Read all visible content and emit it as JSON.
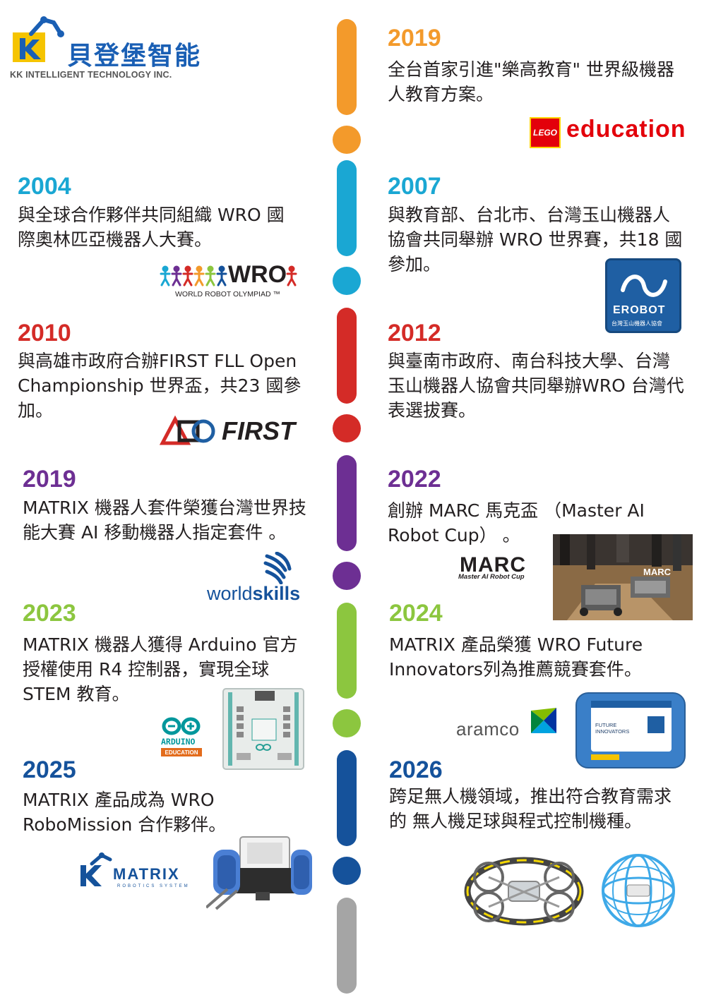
{
  "company": {
    "name": "貝登堡智能",
    "subtitle": "KK INTELLIGENT TECHNOLOGY INC."
  },
  "colors": {
    "orange": "#f39a2b",
    "cyan": "#1aa7d3",
    "red": "#d42b27",
    "purple": "#6d2f93",
    "green": "#8cc63f",
    "navy": "#15529b",
    "gray": "#a5a5a5"
  },
  "entries": [
    {
      "year": "2019",
      "text": "全台首家引進\"樂高教育\" 世界級機器人教育方案。"
    },
    {
      "year": "2004",
      "text": "與全球合作夥伴共同組織 WRO 國際奧林匹亞機器人大賽。"
    },
    {
      "year": "2007",
      "text": "與教育部、台北市、台灣玉山機器人協會共同舉辦 WRO 世界賽，共18 國參加。"
    },
    {
      "year": "2010",
      "text": "與高雄市政府合辦FIRST FLL Open Championship 世界盃，共23 國參加。"
    },
    {
      "year": "2012",
      "text": "與臺南市政府、南台科技大學、台灣玉山機器人協會共同舉辦WRO 台灣代表選拔賽。"
    },
    {
      "year": "2019",
      "text": "MATRIX 機器人套件榮獲台灣世界技能大賽 AI 移動機器人指定套件 。"
    },
    {
      "year": "2022",
      "text": "創辦 MARC 馬克盃 （Master AI Robot Cup） 。"
    },
    {
      "year": "2023",
      "text": "MATRIX 機器人獲得 Arduino 官方授權使用 R4 控制器，實現全球 STEM 教育。"
    },
    {
      "year": "2024",
      "text": "MATRIX 產品榮獲 WRO Future Innovators列為推薦競賽套件。"
    },
    {
      "year": "2025",
      "text": "MATRIX 產品成為 WRO RoboMission 合作夥伴。"
    },
    {
      "year": "2026",
      "text": "跨足無人機領域，推出符合教育需求的 無人機足球與程式控制機種。"
    }
  ],
  "logos": {
    "lego": "LEGO",
    "education": "education",
    "wro": "WRO",
    "wro_sub": "WORLD ROBOT OLYMPIAD ™",
    "erobot": "EROBOT",
    "erobot_sub": "台灣玉山機器人協會",
    "first": "FIRST",
    "worldskills_a": "world",
    "worldskills_b": "skills",
    "marc": "MARC",
    "marc_sub": "Master AI Robot Cup",
    "arduino": "ARDUINO",
    "arduino_sub": "EDUCATION",
    "aramco": "aramco",
    "future_innovators": "FUTURE INNOVATORS",
    "matrix": "MATRIX",
    "matrix_sub": "ROBOTICS SYSTEM"
  }
}
